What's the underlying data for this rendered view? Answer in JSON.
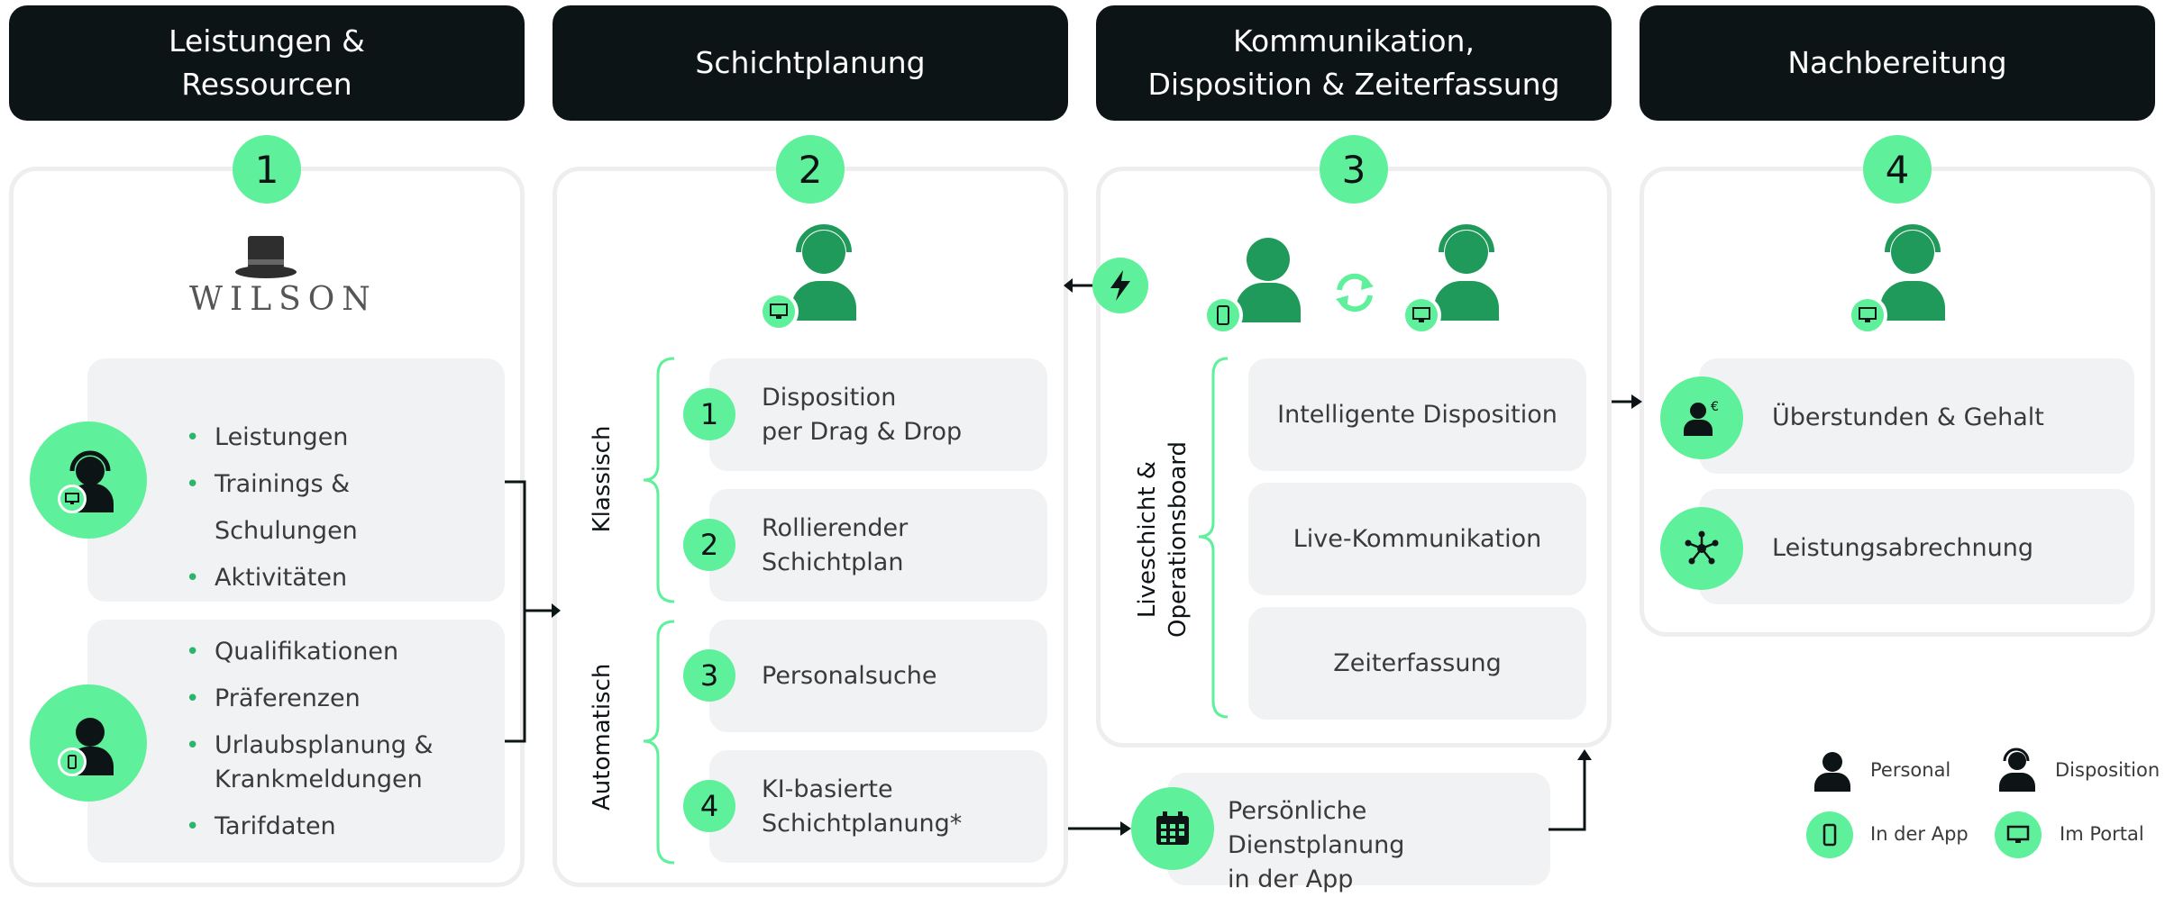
{
  "headers": [
    "Leistungen &\nRessourcen",
    "Schichtplanung",
    "Kommunikation,\nDisposition & Zeiterfassung",
    "Nachbereitung"
  ],
  "step_numbers": [
    "1",
    "2",
    "3",
    "4"
  ],
  "col1": {
    "logo_text": "WILSON",
    "card1_items": [
      "Leistungen",
      "Trainings & Schulungen",
      "Aktivitäten"
    ],
    "card2_items": [
      "Qualifikationen",
      "Präferenzen",
      "Urlaubsplanung &",
      "Krankmeldungen",
      "Tarifdaten"
    ]
  },
  "col2": {
    "group_labels": [
      "Klassisch",
      "Automatisch"
    ],
    "items": [
      {
        "num": "1",
        "text": "Disposition\nper Drag & Drop"
      },
      {
        "num": "2",
        "text": "Rollierender\nSchichtplan"
      },
      {
        "num": "3",
        "text": "Personalsuche"
      },
      {
        "num": "4",
        "text": "KI-basierte\nSchichtplanung*"
      }
    ]
  },
  "col3": {
    "group_label": "Liveschicht &\nOperationsboard",
    "items": [
      "Intelligente Disposition",
      "Live-Kommunikation",
      "Zeiterfassung"
    ],
    "app_box": "Persönliche Dienstplanung\nin der App"
  },
  "col4": {
    "items": [
      "Überstunden & Gehalt",
      "Leistungsabrechnung"
    ]
  },
  "legend": {
    "personal": "Personal",
    "disposition": "Disposition",
    "app": "In der App",
    "portal": "Im Portal"
  },
  "colors": {
    "accent": "#5ff09b",
    "dark_green": "#1f9a5a",
    "header_bg": "#0d1416",
    "card_bg": "#f1f2f3"
  }
}
